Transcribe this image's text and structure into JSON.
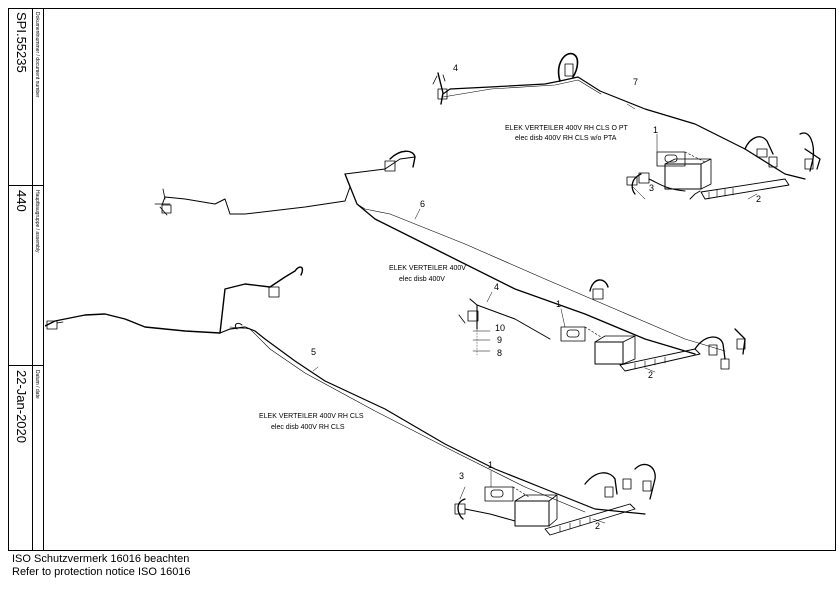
{
  "title_block": {
    "document_number_label": "Dokumentnummer / document number",
    "document_number": "SPI.55235",
    "assembly_label": "Hauptbaugruppe / assembly",
    "assembly": "440",
    "date_label": "Datum / date",
    "date": "22-Jan-2020"
  },
  "assemblies": {
    "top": {
      "line1": "ELEK VERTEILER 400V RH CLS O PT",
      "line2": "elec disb 400V RH CLS w/o PTA"
    },
    "middle": {
      "line1": "ELEK VERTEILER 400V",
      "line2": "elec disb 400V"
    },
    "bottom": {
      "line1": "ELEK VERTEILER 400V RH CLS",
      "line2": "elec disb 400V RH CLS"
    }
  },
  "callouts": {
    "n1": "1",
    "n2": "2",
    "n3": "3",
    "n4": "4",
    "n5": "5",
    "n6": "6",
    "n7": "7",
    "n8": "8",
    "n9": "9",
    "n10": "10"
  },
  "footer": {
    "line1": "ISO Schutzvermerk 16016 beachten",
    "line2": "Refer to protection notice ISO 16016"
  }
}
